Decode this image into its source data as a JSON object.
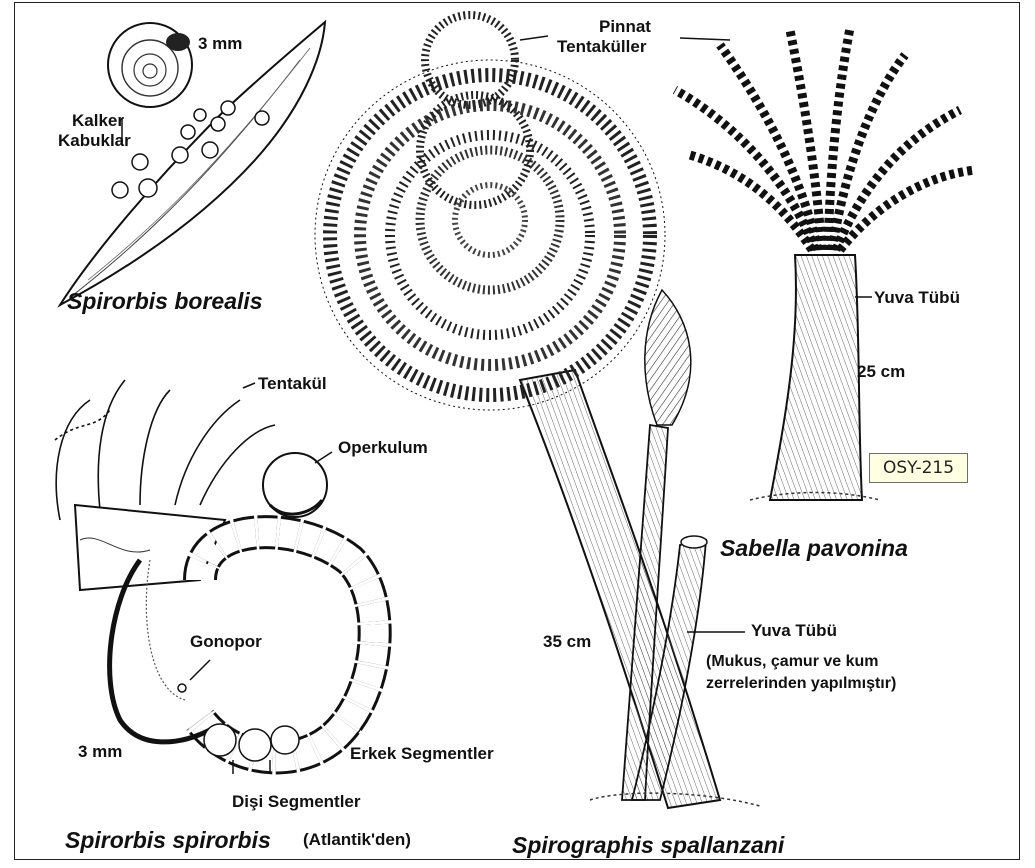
{
  "species": {
    "spirorbis_borealis": "Spirorbis borealis",
    "spirorbis_spirorbis": "Spirorbis spirorbis",
    "spirorbis_spirorbis_origin": "(Atlantik'den)",
    "sabella_pavonina": "Sabella pavonina",
    "spirographis_spallanzani": "Spirographis spallanzani"
  },
  "labels": {
    "scale_3mm_top": "3 mm",
    "kalker_line1": "Kalker",
    "kalker_line2": "Kabuklar",
    "pinnat_line1": "Pinnat",
    "pinnat_line2": "Tentaküller",
    "yuva_tubu_sabella": "Yuva Tübü",
    "scale_25cm": "25 cm",
    "tentakul": "Tentakül",
    "operkulum": "Operkulum",
    "gonopor": "Gonopor",
    "scale_3mm_bottom": "3 mm",
    "erkek_segmentler": "Erkek Segmentler",
    "disi_segmentler": "Dişi Segmentler",
    "scale_35cm": "35 cm",
    "yuva_tubu_spiro": "Yuva Tübü",
    "yuva_note_line1": "(Mukus, çamur ve kum",
    "yuva_note_line2": "zerrelerinden yapılmıştır)"
  },
  "tooltip": {
    "text": "OSY-215"
  }
}
